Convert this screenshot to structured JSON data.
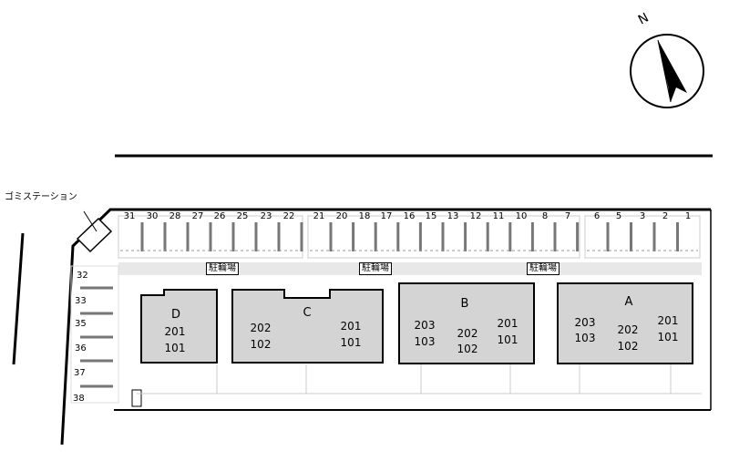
{
  "labels": {
    "gomi_station": "ゴミステーション",
    "compass_n": "N",
    "bike_parking": "駐輪場",
    "bike_parking_2": "駐輪場",
    "bike_parking_3": "駐輪場"
  },
  "parking": {
    "top_left_group": [
      "31",
      "30",
      "28",
      "27",
      "26",
      "25",
      "23",
      "22"
    ],
    "top_mid_group": [
      "21",
      "20",
      "18",
      "17",
      "16",
      "15",
      "13",
      "12",
      "11",
      "10",
      "8",
      "7"
    ],
    "top_right_group": [
      "6",
      "5",
      "3",
      "2",
      "1"
    ],
    "left_column": [
      "32",
      "33",
      "35",
      "36",
      "37",
      "38"
    ]
  },
  "buildings": [
    {
      "name": "D",
      "rooms": [
        "201",
        "101"
      ]
    },
    {
      "name": "C",
      "rooms": [
        "202",
        "102",
        "201",
        "101"
      ]
    },
    {
      "name": "B",
      "rooms": [
        "203",
        "103",
        "202",
        "102",
        "201",
        "101"
      ]
    },
    {
      "name": "A",
      "rooms": [
        "203",
        "103",
        "202",
        "102",
        "201",
        "101"
      ]
    }
  ]
}
